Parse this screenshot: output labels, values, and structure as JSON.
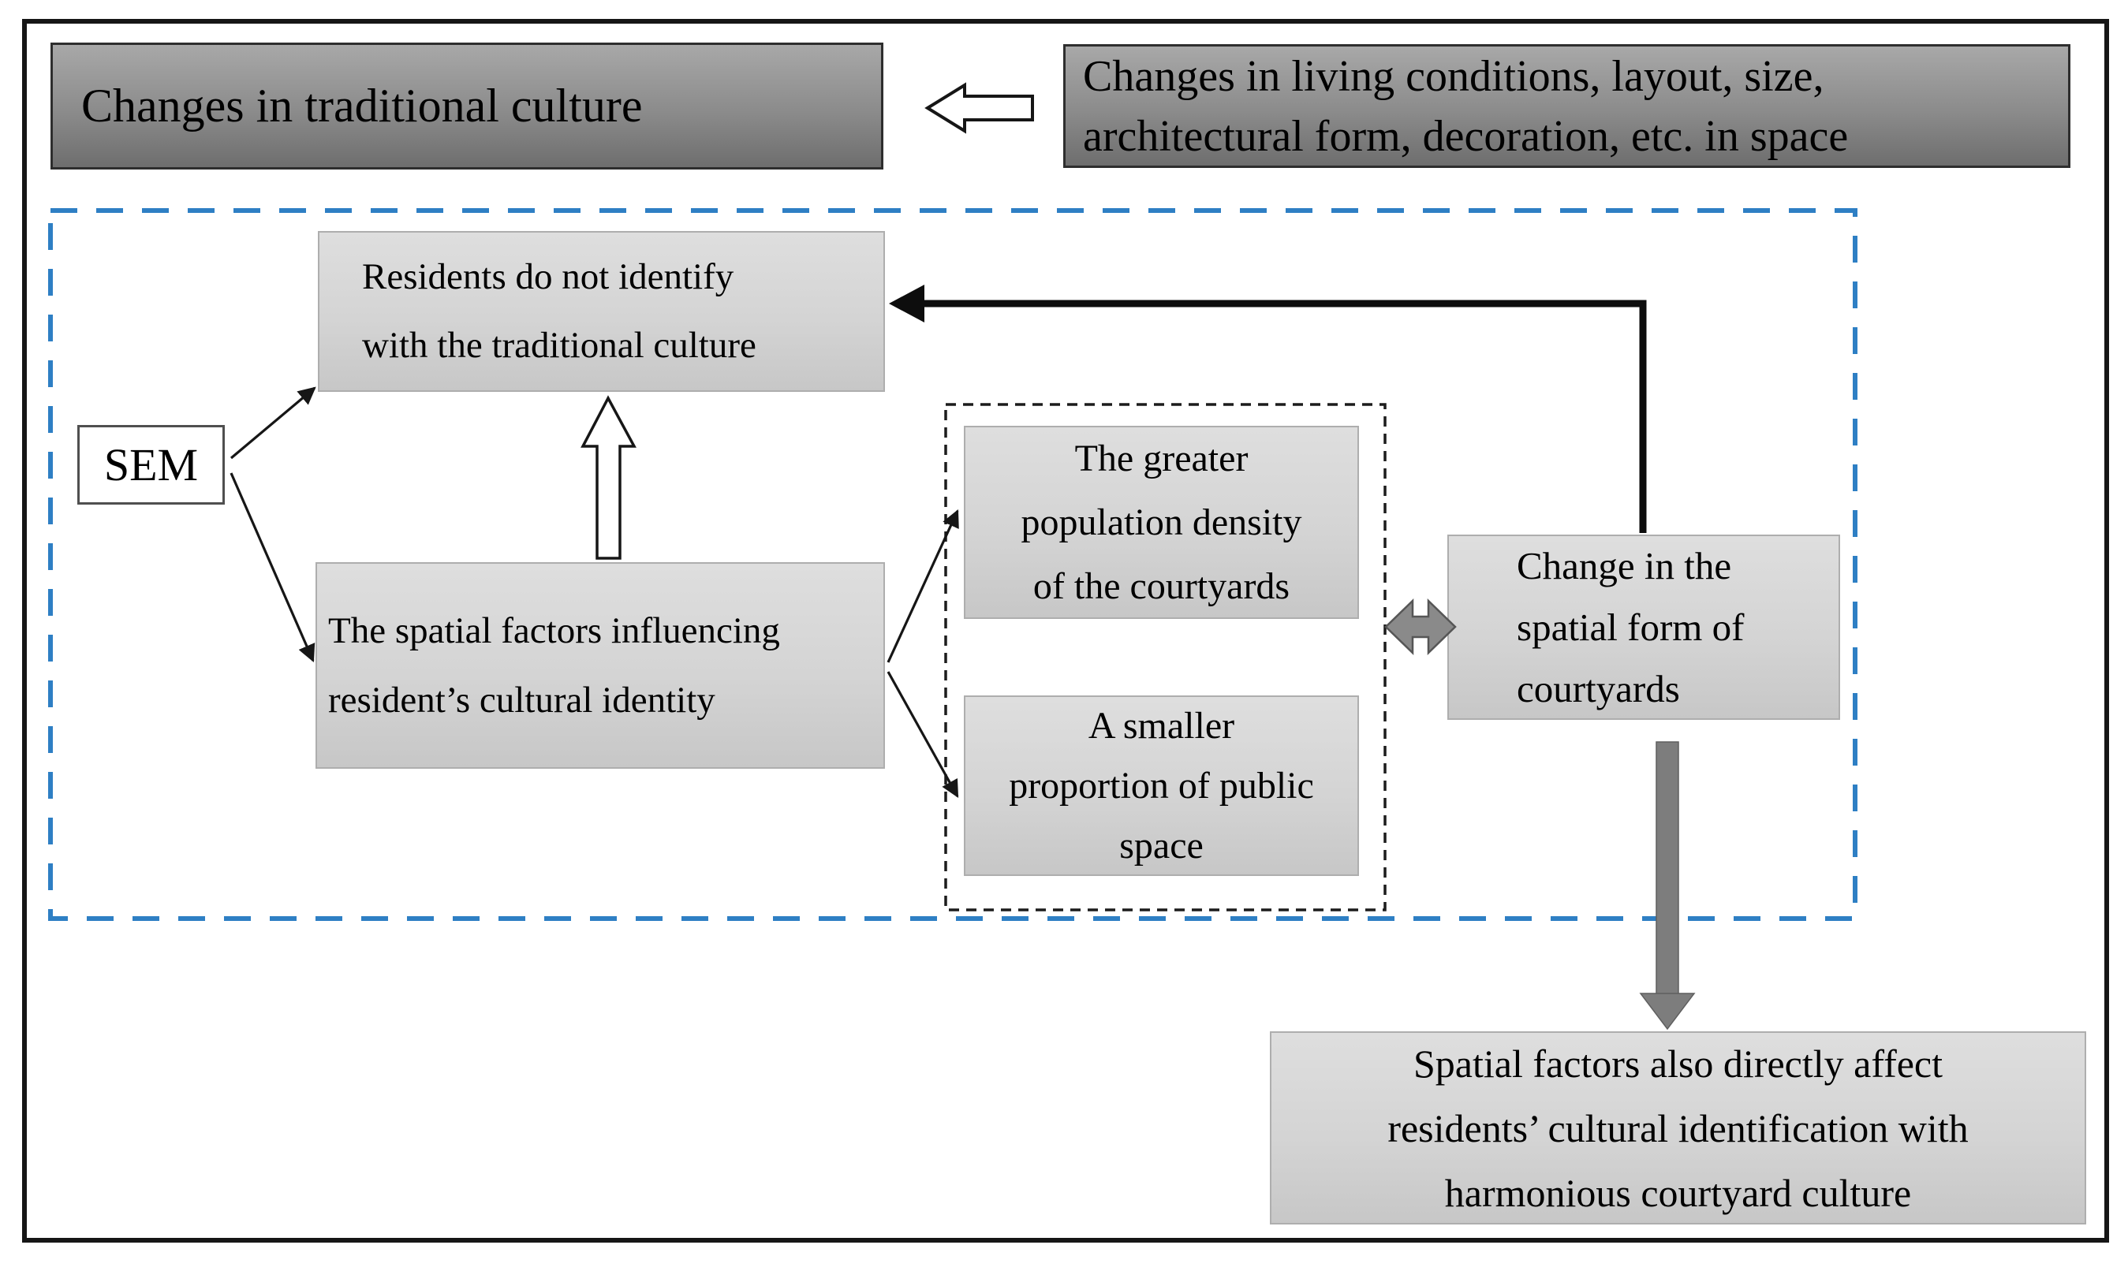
{
  "diagram": {
    "title_flow": {
      "top_left_box": {
        "text": "Changes in traditional culture"
      },
      "top_right_box": {
        "line1": "Changes in living conditions, layout, size,",
        "line2": "architectural form, decoration, etc. in space"
      }
    },
    "sem_box": {
      "label": "SEM"
    },
    "residents_box": {
      "line1": "Residents do not identify",
      "line2": "with the traditional culture"
    },
    "spatial_factors_box": {
      "line1": "The spatial factors influencing",
      "line2": "resident’s cultural identity"
    },
    "greater_box": {
      "line1": "The greater",
      "line2": "population density",
      "line3": "of the courtyards"
    },
    "smaller_box": {
      "line1": "A smaller",
      "line2": "proportion of public",
      "line3": "space"
    },
    "change_box": {
      "line1": "Change in the",
      "line2": "spatial form of",
      "line3": "courtyards"
    },
    "bottom_box": {
      "line1": "Spatial factors also directly affect",
      "line2": "residents’ cultural identification with",
      "line3": "harmonious courtyard culture"
    },
    "connectors": [
      "left-block-arrow: top-right box to top-left box",
      "up-block-arrow: spatial factors box to residents box",
      "sem-to-residents line arrow",
      "sem-to-spatial-factors line arrow",
      "spatial-factors-to-greater line arrow",
      "spatial-factors-to-smaller line arrow",
      "double-headed-arrow: dashed group to change box",
      "elbow-arrow: change box to residents box",
      "down-gray-arrow: change box to bottom box"
    ]
  },
  "colors": {
    "blue_dash": "#2e7fc4",
    "dark_box_top": "#a8a8a8",
    "dark_box_bottom": "#6e6e6e",
    "light_box_top": "#dedede",
    "light_box_bottom": "#c7c7c7",
    "arrow_gray": "#8a8a8a"
  }
}
